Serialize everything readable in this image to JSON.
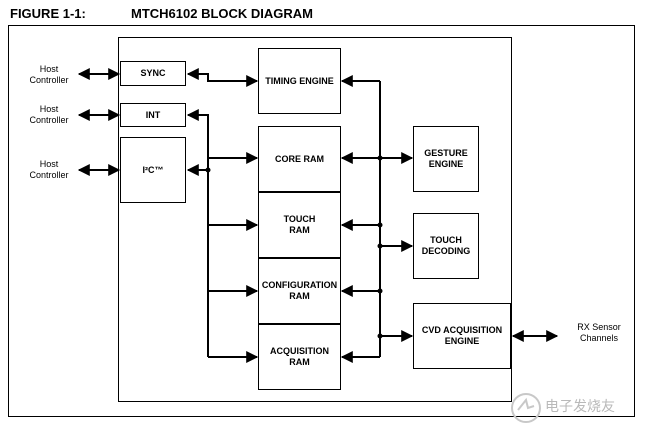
{
  "figure": {
    "label": "FIGURE 1-1:",
    "title": "MTCH6102 BLOCK DIAGRAM"
  },
  "external": {
    "host_sync": "Host\nController",
    "host_int": "Host\nController",
    "host_i2c": "Host\nController",
    "rx_sensor": "RX Sensor\nChannels"
  },
  "blocks": {
    "sync": "SYNC",
    "int": "INT",
    "i2c": "I²C™",
    "timing_engine": "TIMING ENGINE",
    "core_ram": "CORE RAM",
    "touch_ram": "TOUCH\nRAM",
    "configuration_ram": "CONFIGURATION\nRAM",
    "acquisition_ram": "ACQUISITION\nRAM",
    "gesture_engine": "GESTURE\nENGINE",
    "touch_decoding": "TOUCH\nDECODING",
    "cvd_acquisition_engine": "CVD ACQUISITION\nENGINE"
  },
  "watermark": "电子发烧友"
}
